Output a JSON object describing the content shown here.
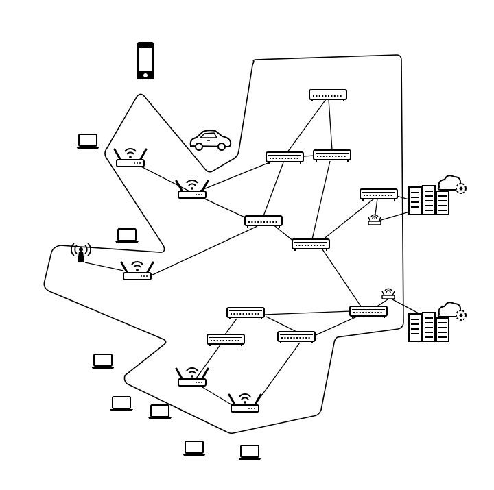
{
  "diagram": {
    "kind": "network-topology",
    "colors": {
      "stroke": "#000000",
      "background": "#ffffff"
    },
    "boundary": {
      "shape": "irregular-polygon"
    },
    "devices": {
      "smartphones": [
        {
          "id": "phone-1",
          "icon": "smartphone-icon"
        }
      ],
      "cars": [
        {
          "id": "car-1",
          "icon": "car-icon"
        }
      ],
      "cell_towers": [
        {
          "id": "tower-1",
          "icon": "cell-tower-icon"
        }
      ],
      "wireless_routers": [
        {
          "id": "ap-1",
          "icon": "wireless-router-icon"
        },
        {
          "id": "ap-2",
          "icon": "wireless-router-icon"
        },
        {
          "id": "ap-3",
          "icon": "wireless-router-icon"
        },
        {
          "id": "ap-4",
          "icon": "wireless-router-icon"
        },
        {
          "id": "ap-5",
          "icon": "wireless-router-icon"
        }
      ],
      "small_access_points": [
        {
          "id": "sap-1",
          "icon": "small-access-point-icon"
        },
        {
          "id": "sap-2",
          "icon": "small-access-point-icon"
        }
      ],
      "switches": [
        {
          "id": "sw-1",
          "icon": "network-switch-icon"
        },
        {
          "id": "sw-2",
          "icon": "network-switch-icon"
        },
        {
          "id": "sw-3",
          "icon": "network-switch-icon"
        },
        {
          "id": "sw-4",
          "icon": "network-switch-icon"
        },
        {
          "id": "sw-5",
          "icon": "network-switch-icon"
        },
        {
          "id": "sw-6",
          "icon": "network-switch-icon"
        },
        {
          "id": "sw-7",
          "icon": "network-switch-icon"
        },
        {
          "id": "sw-8",
          "icon": "network-switch-icon"
        },
        {
          "id": "sw-9",
          "icon": "network-switch-icon"
        },
        {
          "id": "sw-10",
          "icon": "network-switch-icon"
        }
      ],
      "data_centers": [
        {
          "id": "dc-1",
          "icon": "cloud-server-icon"
        },
        {
          "id": "dc-2",
          "icon": "cloud-server-icon"
        }
      ],
      "laptops": [
        {
          "id": "laptop-1",
          "icon": "laptop-icon"
        },
        {
          "id": "laptop-2",
          "icon": "laptop-icon"
        },
        {
          "id": "laptop-3",
          "icon": "laptop-icon"
        },
        {
          "id": "laptop-4",
          "icon": "laptop-icon"
        },
        {
          "id": "laptop-5",
          "icon": "laptop-icon"
        },
        {
          "id": "laptop-6",
          "icon": "laptop-icon"
        },
        {
          "id": "laptop-7",
          "icon": "laptop-icon"
        }
      ]
    },
    "links": [
      [
        "ap-1",
        "ap-2"
      ],
      [
        "ap-2",
        "sw-2"
      ],
      [
        "ap-2",
        "sw-4"
      ],
      [
        "ap-3",
        "sw-4"
      ],
      [
        "sw-1",
        "sw-2"
      ],
      [
        "sw-1",
        "sw-3"
      ],
      [
        "sw-2",
        "sw-3"
      ],
      [
        "sw-2",
        "sw-4"
      ],
      [
        "sw-3",
        "sw-6"
      ],
      [
        "sw-4",
        "sw-6"
      ],
      [
        "sw-5",
        "sw-6"
      ],
      [
        "sw-5",
        "sap-1"
      ],
      [
        "sw-5",
        "dc-1"
      ],
      [
        "sap-1",
        "dc-1"
      ],
      [
        "sw-6",
        "sw-10"
      ],
      [
        "sap-2",
        "sw-10"
      ],
      [
        "sap-2",
        "dc-2"
      ],
      [
        "sw-7",
        "sw-10"
      ],
      [
        "sw-7",
        "sw-8"
      ],
      [
        "sw-8",
        "ap-4"
      ],
      [
        "sw-9",
        "sw-10"
      ],
      [
        "sw-9",
        "ap-5"
      ],
      [
        "ap-4",
        "ap-5"
      ],
      [
        "sw-7",
        "sw-9"
      ]
    ]
  }
}
